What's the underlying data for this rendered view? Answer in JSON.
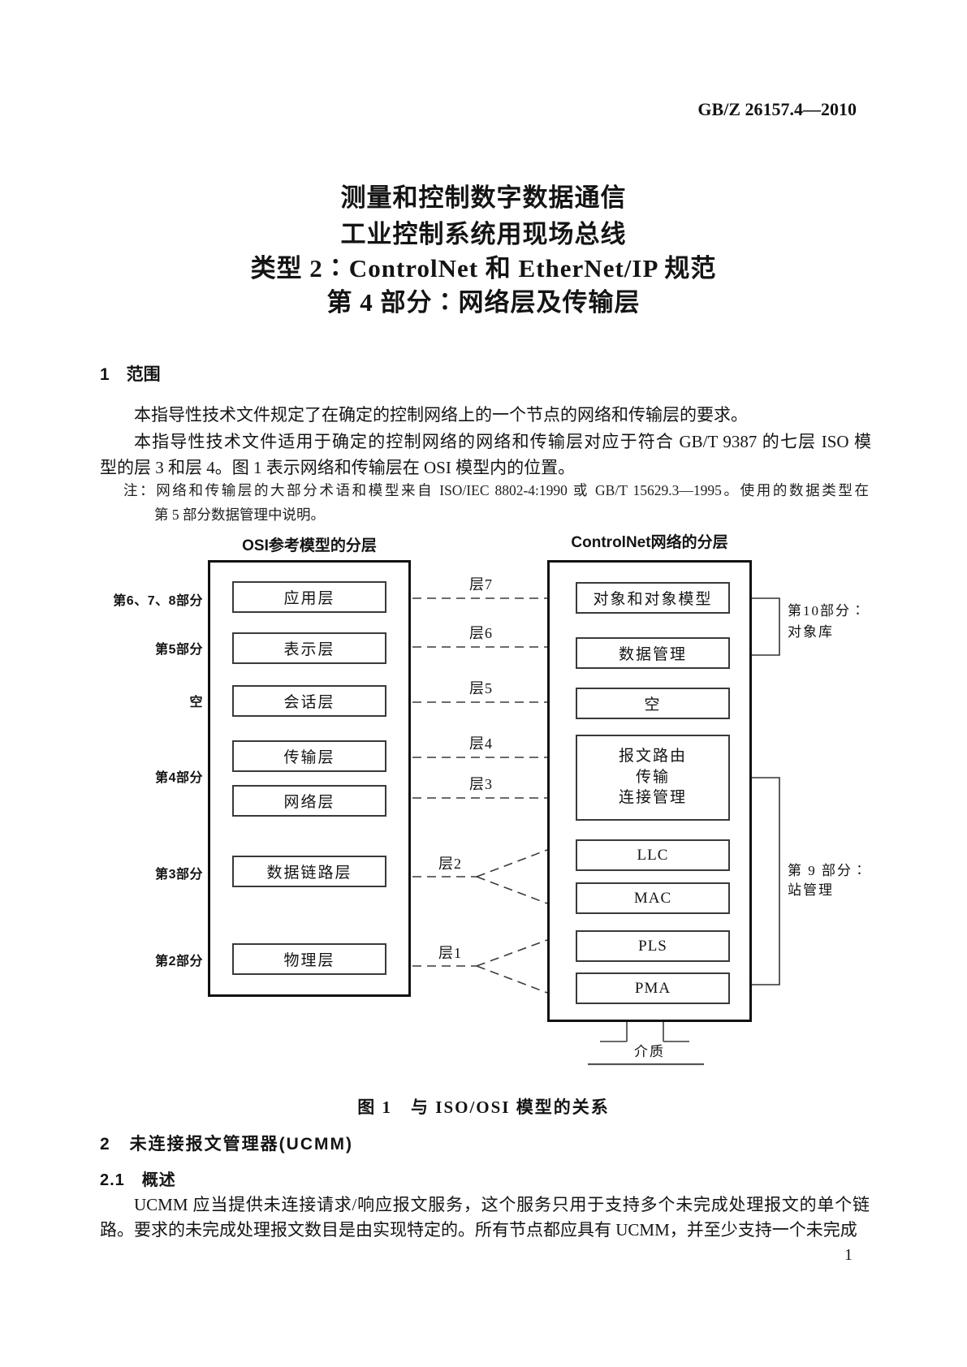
{
  "header": {
    "doc_number": "GB/Z 26157.4—2010"
  },
  "title": {
    "line1": "测量和控制数字数据通信",
    "line2": "工业控制系统用现场总线",
    "line3": "类型 2∶ControlNet 和 EtherNet/IP 规范",
    "line4": "第 4 部分∶网络层及传输层"
  },
  "section1": {
    "heading": "1　范围",
    "para1": "本指导性技术文件规定了在确定的控制网络上的一个节点的网络和传输层的要求。",
    "para2_line1": "本指导性技术文件适用于确定的控制网络的网络和传输层对应于符合 GB/T 9387 的七层 ISO 模",
    "para2_line2": "型的层 3 和层 4。图 1 表示网络和传输层在 OSI 模型内的位置。",
    "note_line1": "注：网络和传输层的大部分术语和模型来自 ISO/IEC 8802-4:1990 或 GB/T 15629.3—1995。使用的数据类型在",
    "note_line2": "第 5 部分数据管理中说明。"
  },
  "figure": {
    "left_title": "OSI参考模型的分层",
    "right_title": "ControlNet网络的分层",
    "left_layers": [
      "应用层",
      "表示层",
      "会话层",
      "传输层",
      "网络层",
      "数据链路层",
      "物理层"
    ],
    "left_part_labels": [
      "第6、7、8部分",
      "第5部分",
      "空",
      "第4部分",
      "第3部分",
      "第2部分"
    ],
    "layer_labels": [
      "层7",
      "层6",
      "层5",
      "层4",
      "层3",
      "层2",
      "层1"
    ],
    "right_boxes": [
      "对象和对象模型",
      "数据管理",
      "空",
      "LLC",
      "MAC",
      "PLS",
      "PMA"
    ],
    "router_box_lines": [
      "报文路由",
      "传输",
      "连接管理"
    ],
    "part10_label": [
      "第10部分∶",
      "对象库"
    ],
    "part9_label": [
      "第 9 部分∶",
      "站管理"
    ],
    "medium_label": "介质",
    "caption": "图 1　与 ISO/OSI 模型的关系"
  },
  "section2": {
    "heading": "2　未连接报文管理器(UCMM)",
    "sub_heading": "2.1　概述",
    "para_line1": "UCMM 应当提供未连接请求/响应报文服务，这个服务只用于支持多个未完成处理报文的单个链",
    "para_line2": "路。要求的未完成处理报文数目是由实现特定的。所有节点都应具有 UCMM，并至少支持一个未完成"
  },
  "page_number": "1"
}
